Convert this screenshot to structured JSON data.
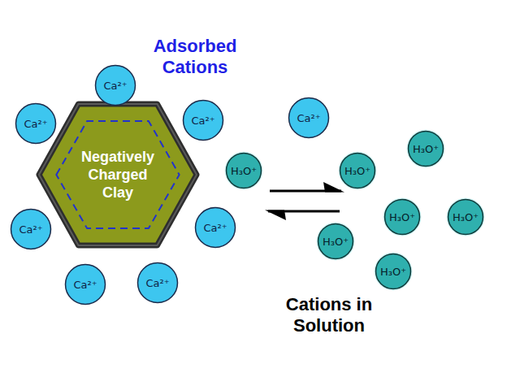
{
  "diagram": {
    "nodes": [
      {
        "text": [
          "Negatively Charged Clay"
        ]
      },
      {
        "text": [
          "Ca²⁺"
        ]
      },
      {
        "text": [
          "Ca²⁺"
        ]
      },
      {
        "text": [
          "Ca²⁺"
        ]
      },
      {
        "text": [
          "Ca²⁺"
        ]
      },
      {
        "text": [
          "Ca²⁺"
        ]
      },
      {
        "text": [
          "Ca²⁺"
        ]
      },
      {
        "text": [
          "Ca²⁺"
        ]
      },
      {
        "text": [
          "Ca²⁺"
        ]
      },
      {
        "text": [
          "H₃O⁺"
        ]
      },
      {
        "text": [
          "H₃O⁺"
        ]
      },
      {
        "text": [
          "H₃O⁺"
        ]
      },
      {
        "text": [
          "H₃O⁺"
        ]
      },
      {
        "text": [
          "H₃O⁺"
        ]
      },
      {
        "text": [
          "H₃O⁺"
        ]
      },
      {
        "text": [
          "H₃O⁺"
        ]
      }
    ],
    "labels": [
      "Adsorbed Cations",
      "Cations in Solution"
    ]
  }
}
